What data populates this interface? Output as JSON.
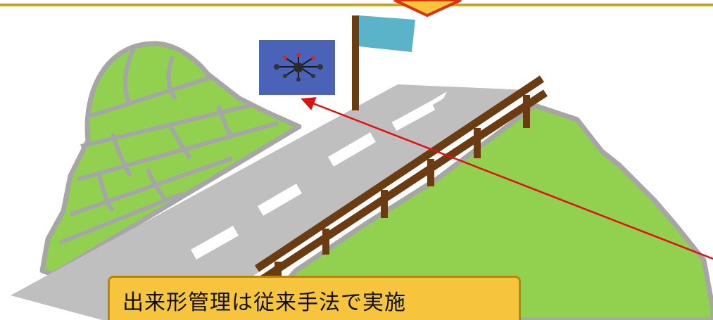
{
  "caption": "出来形管理は従来手法で実施",
  "colors": {
    "grass": "#92d050",
    "grass_border": "#a6a6a6",
    "road": "#bfbfbf",
    "road_marking": "#ffffff",
    "rail": "#6b3c12",
    "sign": "#5bb3c9",
    "top_bar": "#c9a227",
    "arrow": "#e01010",
    "drone_sky": "#4a63b8"
  },
  "icons": [
    "drone-photo",
    "survey-sign",
    "guardrail",
    "red-arrow",
    "down-chevron"
  ]
}
